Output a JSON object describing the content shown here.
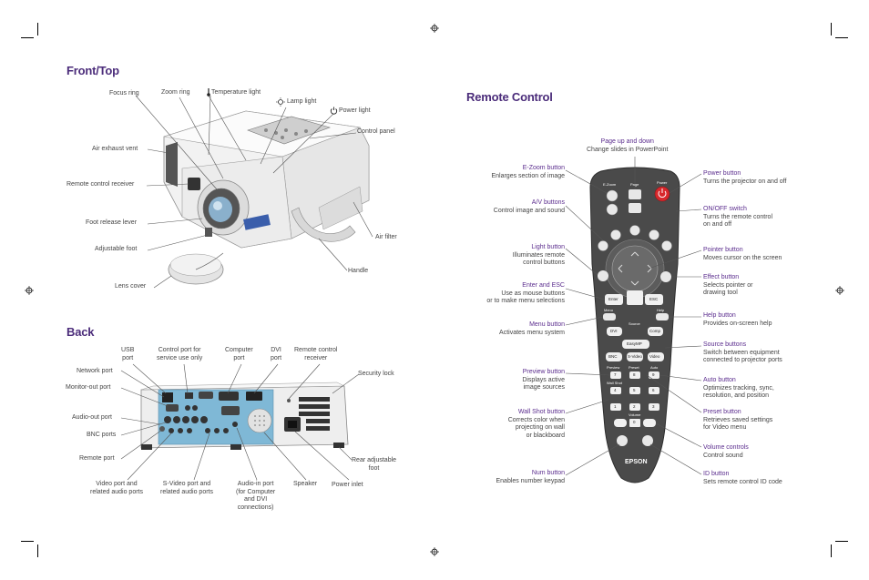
{
  "sections": {
    "front_top": "Front/Top",
    "back": "Back",
    "remote": "Remote Control"
  },
  "front_labels": {
    "focus_ring": "Focus ring",
    "zoom_ring": "Zoom ring",
    "temperature_light": "Temperature light",
    "lamp_light": "Lamp light",
    "power_light": "Power light",
    "control_panel": "Control panel",
    "air_exhaust_vent": "Air exhaust vent",
    "remote_control_receiver": "Remote control receiver",
    "foot_release_lever": "Foot release lever",
    "adjustable_foot": "Adjustable foot",
    "air_filter": "Air filter",
    "handle": "Handle",
    "lens_cover": "Lens cover"
  },
  "back_labels": {
    "usb_port": [
      "USB",
      "port"
    ],
    "control_port": [
      "Control port for",
      "service use only"
    ],
    "computer_port": [
      "Computer",
      "port"
    ],
    "dvi_port": [
      "DVI",
      "port"
    ],
    "remote_control_receiver": [
      "Remote control",
      "receiver"
    ],
    "network_port": "Network port",
    "monitor_out_port": "Monitor-out port",
    "security_lock": "Security lock",
    "audio_out_port": "Audio-out port",
    "bnc_ports": "BNC ports",
    "remote_port": "Remote port",
    "rear_adjustable_foot": [
      "Rear adjustable",
      "foot"
    ],
    "video_port": [
      "Video port and",
      "related audio ports"
    ],
    "svideo_port": [
      "S-Video port and",
      "related audio ports"
    ],
    "audio_in_port": [
      "Audio-in port",
      "(for Computer",
      "and DVI",
      "connections)"
    ],
    "speaker": "Speaker",
    "power_inlet": "Power inlet"
  },
  "remote_left": [
    {
      "head": "E-Zoom button",
      "desc": [
        "Enlarges section of image"
      ]
    },
    {
      "head": "A/V buttons",
      "desc": [
        "Control image and sound"
      ]
    },
    {
      "head": "Light button",
      "desc": [
        "Illuminates remote",
        "control buttons"
      ]
    },
    {
      "head": "Enter and ESC",
      "desc": [
        "Use as mouse buttons",
        "or to make menu selections"
      ]
    },
    {
      "head": "Menu button",
      "desc": [
        "Activates menu system"
      ]
    },
    {
      "head": "Preview button",
      "desc": [
        "Displays active",
        "image sources"
      ]
    },
    {
      "head": "Wall Shot button",
      "desc": [
        "Corrects color when",
        "projecting on wall",
        "or blackboard"
      ]
    },
    {
      "head": "Num button",
      "desc": [
        "Enables number keypad"
      ]
    }
  ],
  "remote_top": {
    "head": "Page up and down",
    "desc": "Change slides in PowerPoint"
  },
  "remote_right": [
    {
      "head": "Power button",
      "desc": [
        "Turns the projector on and off"
      ]
    },
    {
      "head": "ON/OFF switch",
      "desc": [
        "Turns the remote control",
        "on and off"
      ]
    },
    {
      "head": "Pointer button",
      "desc": [
        "Moves cursor on the screen"
      ]
    },
    {
      "head": "Effect button",
      "desc": [
        "Selects pointer or",
        "drawing tool"
      ]
    },
    {
      "head": "Help button",
      "desc": [
        "Provides on-screen help"
      ]
    },
    {
      "head": "Source buttons",
      "desc": [
        "Switch between equipment",
        "connected to projector ports"
      ]
    },
    {
      "head": "Auto button",
      "desc": [
        "Optimizes tracking, sync,",
        "resolution, and position"
      ]
    },
    {
      "head": "Preset button",
      "desc": [
        "Retrieves saved settings",
        "for Video menu"
      ]
    },
    {
      "head": "Volume controls",
      "desc": [
        "Control sound"
      ]
    },
    {
      "head": "ID button",
      "desc": [
        "Sets remote control ID code"
      ]
    }
  ],
  "remote_keys": {
    "ezoom": "E-Zoom",
    "page": "Page",
    "power": "Power",
    "enter": "Enter",
    "esc": "ESC",
    "menu": "Menu",
    "help": "Help",
    "source": "Source",
    "dvi": "DVI",
    "comp": "Comp",
    "easymp": "EasyMP",
    "bnc": "BNC",
    "svideo": "S-Video",
    "video": "Video",
    "preview": "Preview",
    "preset": "Preset",
    "auto": "Auto",
    "wallshot": "Wall Shot",
    "volume": "Volume",
    "brand": "EPSON",
    "k1": "1",
    "k2": "2",
    "k3": "3",
    "k4": "4",
    "k5": "5",
    "k6": "6",
    "k7": "7",
    "k8": "8",
    "k9": "9",
    "k0": "0"
  },
  "colors": {
    "heading": "#4b2c7a",
    "label_head": "#5b2d8e",
    "remote_body": "#4a4a4a",
    "panel_blue": "#7fb8d6",
    "power_red": "#d8282c"
  }
}
